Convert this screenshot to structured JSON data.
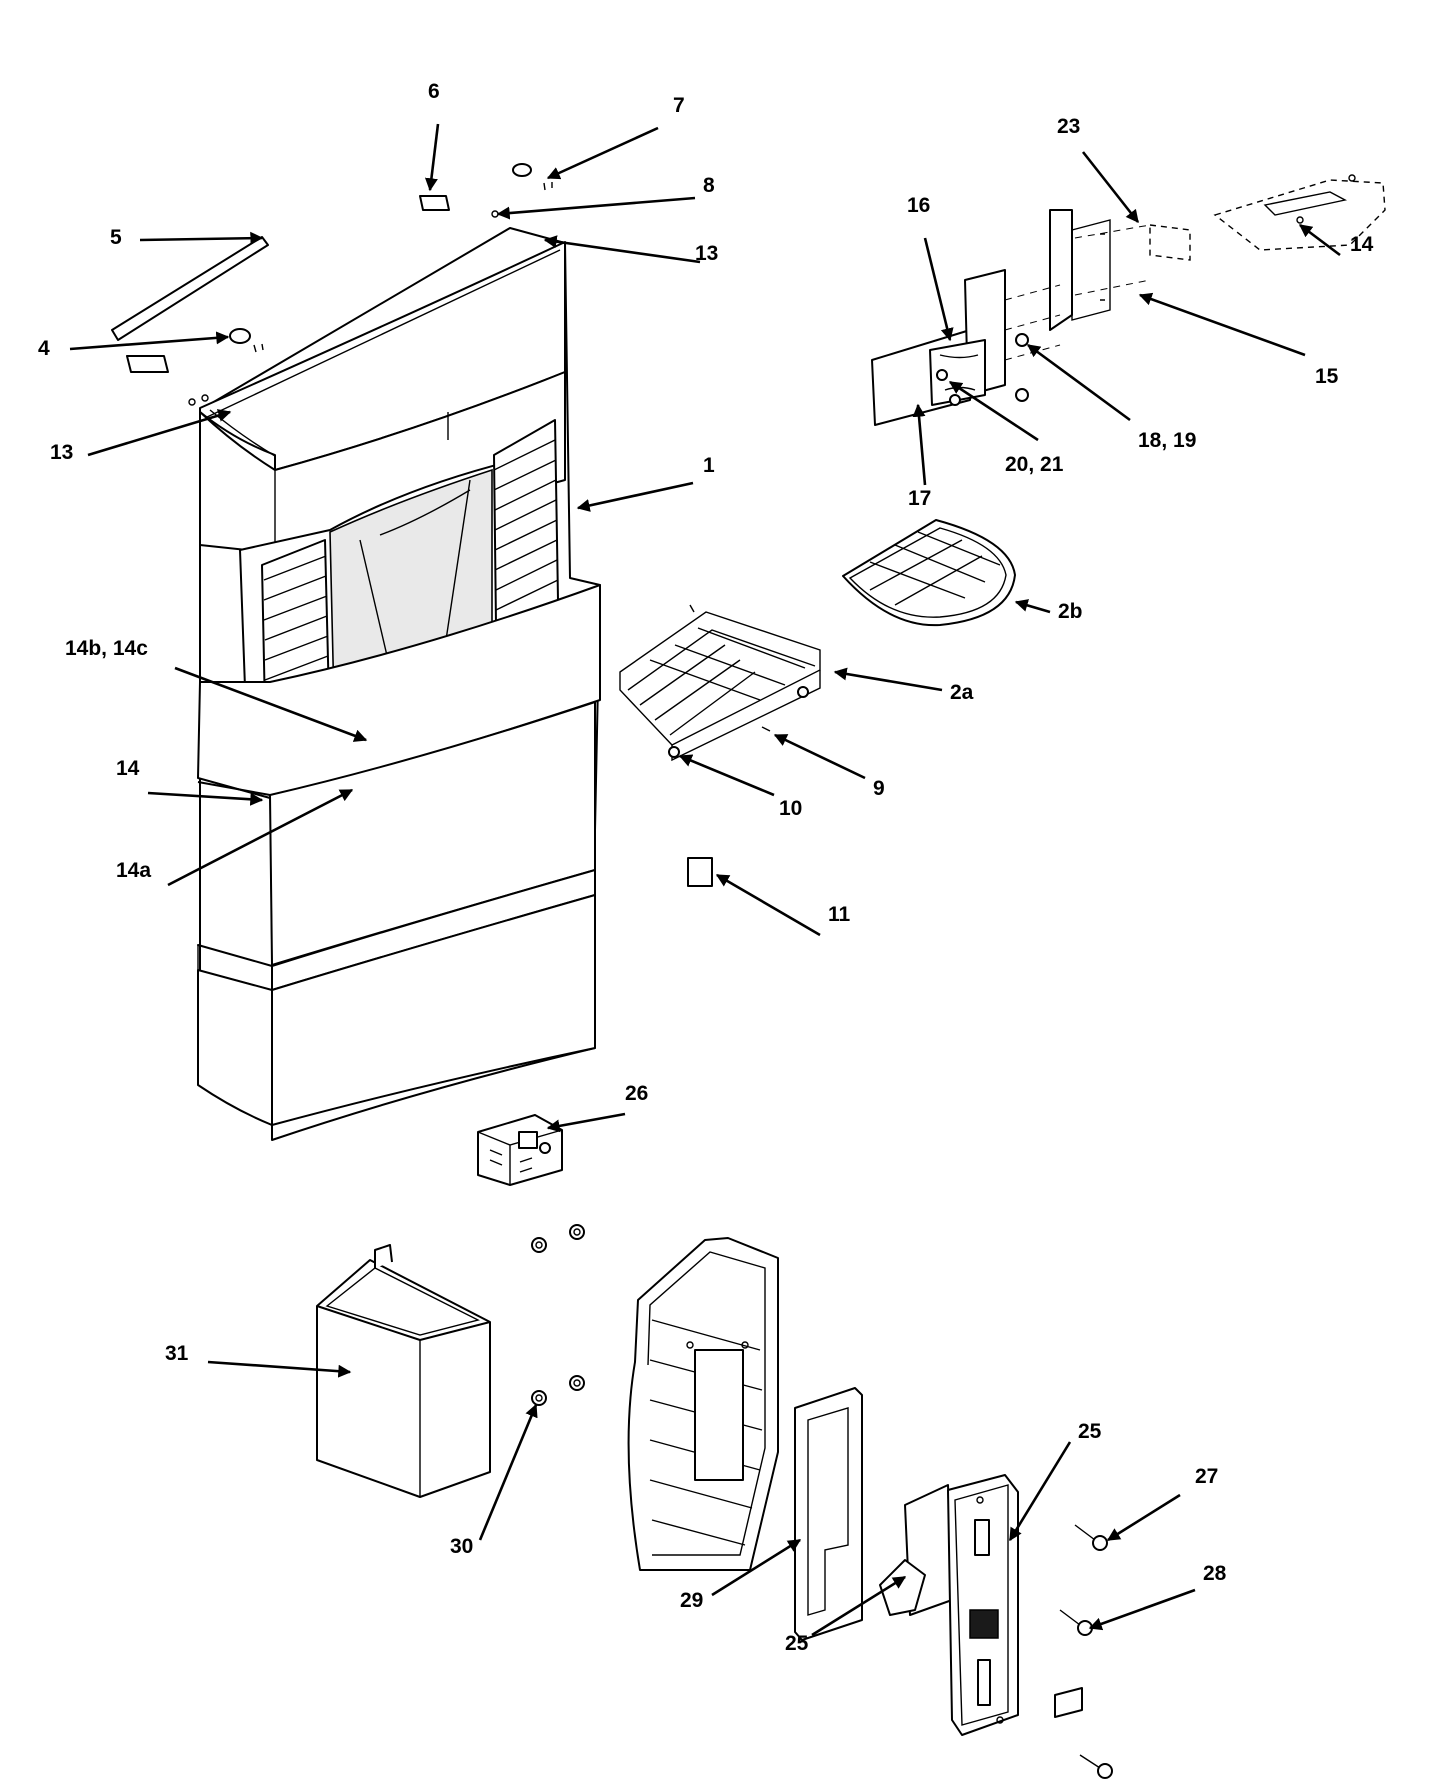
{
  "callouts": [
    {
      "id": "c1",
      "label": "1"
    },
    {
      "id": "c2a",
      "label": "2a"
    },
    {
      "id": "c2b",
      "label": "2b"
    },
    {
      "id": "c4",
      "label": "4"
    },
    {
      "id": "c5",
      "label": "5"
    },
    {
      "id": "c6",
      "label": "6"
    },
    {
      "id": "c7",
      "label": "7"
    },
    {
      "id": "c8",
      "label": "8"
    },
    {
      "id": "c9",
      "label": "9"
    },
    {
      "id": "c10",
      "label": "10"
    },
    {
      "id": "c11",
      "label": "11"
    },
    {
      "id": "c13a",
      "label": "13"
    },
    {
      "id": "c13b",
      "label": "13"
    },
    {
      "id": "c14a",
      "label": "14"
    },
    {
      "id": "c14b",
      "label": "14"
    },
    {
      "id": "c14bc",
      "label": "14b, 14c"
    },
    {
      "id": "c14x",
      "label": "14a"
    },
    {
      "id": "c15",
      "label": "15"
    },
    {
      "id": "c16",
      "label": "16"
    },
    {
      "id": "c17",
      "label": "17"
    },
    {
      "id": "c1819",
      "label": "18, 19"
    },
    {
      "id": "c2021",
      "label": "20, 21"
    },
    {
      "id": "c23",
      "label": "23"
    },
    {
      "id": "c25a",
      "label": "25"
    },
    {
      "id": "c25b",
      "label": "25"
    },
    {
      "id": "c26",
      "label": "26"
    },
    {
      "id": "c27",
      "label": "27"
    },
    {
      "id": "c28",
      "label": "28"
    },
    {
      "id": "c29",
      "label": "29"
    },
    {
      "id": "c30",
      "label": "30"
    },
    {
      "id": "c31",
      "label": "31"
    }
  ]
}
